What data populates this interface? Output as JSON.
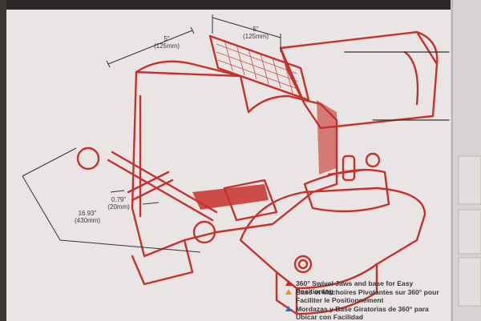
{
  "dimensions": {
    "jaw_width_top": "5\"",
    "jaw_width_top_mm": "(125mm)",
    "jaw_opening": "5\"",
    "jaw_opening_mm": "(125mm)",
    "overall_length": "16.93\"",
    "overall_length_mm": "(430mm)",
    "handle_diameter": "0.79\"",
    "handle_diameter_mm": "(20mm)"
  },
  "features": [
    {
      "icon": "red-triangle-icon",
      "color": "#cc2a22",
      "text": "360° Swivel Jaws and base for Easy Positioning"
    },
    {
      "icon": "yellow-triangle-icon",
      "color": "#d9a21a",
      "text": "Base et Mâchoires Pivotantes sur 360° pour Faciliter le Positionnement"
    },
    {
      "icon": "blue-triangle-icon",
      "color": "#2d6fb8",
      "text": "Mordazas y Base Giratorias de 360° para Ubicar con Facilidad"
    }
  ],
  "colors": {
    "drawing_red": "#c8312b",
    "box_bg": "#e7e4e3",
    "dark_bg": "#1e1c1b"
  }
}
